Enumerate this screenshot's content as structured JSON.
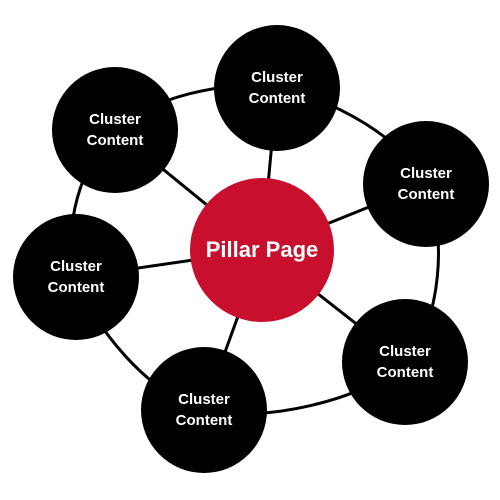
{
  "diagram": {
    "pillar": {
      "label": "Pillar Page",
      "color": "#c8102e"
    },
    "clusters": [
      {
        "id": "top",
        "label": "Cluster\nContent"
      },
      {
        "id": "upper-left",
        "label": "Cluster\nContent"
      },
      {
        "id": "upper-right",
        "label": "Cluster\nContent"
      },
      {
        "id": "left",
        "label": "Cluster\nContent"
      },
      {
        "id": "lower-right",
        "label": "Cluster\nContent"
      },
      {
        "id": "bottom",
        "label": "Cluster\nContent"
      }
    ],
    "cluster_color": "#000000",
    "connector_color": "#000000"
  }
}
